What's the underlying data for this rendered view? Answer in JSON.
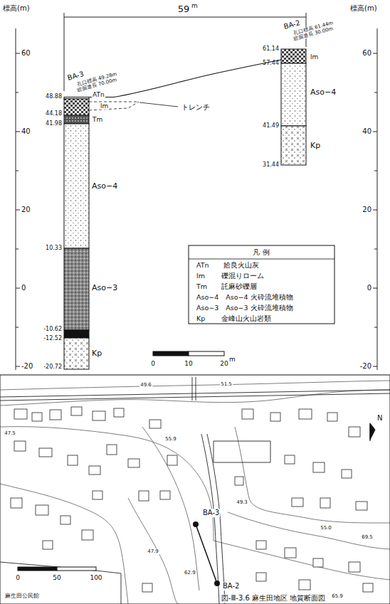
{
  "diagram": {
    "caption": "図-Ⅲ-3.6 麻生田地区 地質断面図",
    "labels": [
      "標高(m)",
      "標高(m)",
      "59",
      "m",
      "60",
      "40",
      "20",
      "0",
      "-20",
      "60",
      "40",
      "20",
      "0",
      "-20",
      "BA-3",
      "孔口標高 49.28m",
      "総掘進長 70.00m",
      "BA-2",
      "孔口標高 61.44m",
      "総掘進長 30.00m",
      "48.88",
      "44.18",
      "41.98",
      "10.33",
      "-10.62",
      "-12.52",
      "-20.72",
      "61.14",
      "57.44",
      "41.49",
      "31.44",
      "ATn",
      "lm",
      "Tm",
      "Aso−4",
      "Aso−3",
      "Kp",
      "lm",
      "Aso−4",
      "Kp",
      "トレンチ",
      "凡 例",
      "0",
      "10",
      "20",
      "m",
      "49.6",
      "51.5",
      "47.5",
      "55.9",
      "BA-3",
      "49.3",
      "55.0",
      "69.5",
      "47.9",
      "62.9",
      "BA-2",
      "65.9",
      "N",
      "0",
      "50",
      "100",
      "麻生田公民館"
    ],
    "legend": [
      {
        "text": "ATn　　姶良火山灰"
      },
      {
        "text": "lm　　 礫混りローム"
      },
      {
        "text": "Tm　　託麻砂礫層"
      },
      {
        "text": "Aso−4　Aso−4 火砕流堆積物"
      },
      {
        "text": "Aso−3　Aso−3 火砕流堆積物"
      },
      {
        "text": "Kp　　 金峰山火山岩類"
      }
    ]
  }
}
